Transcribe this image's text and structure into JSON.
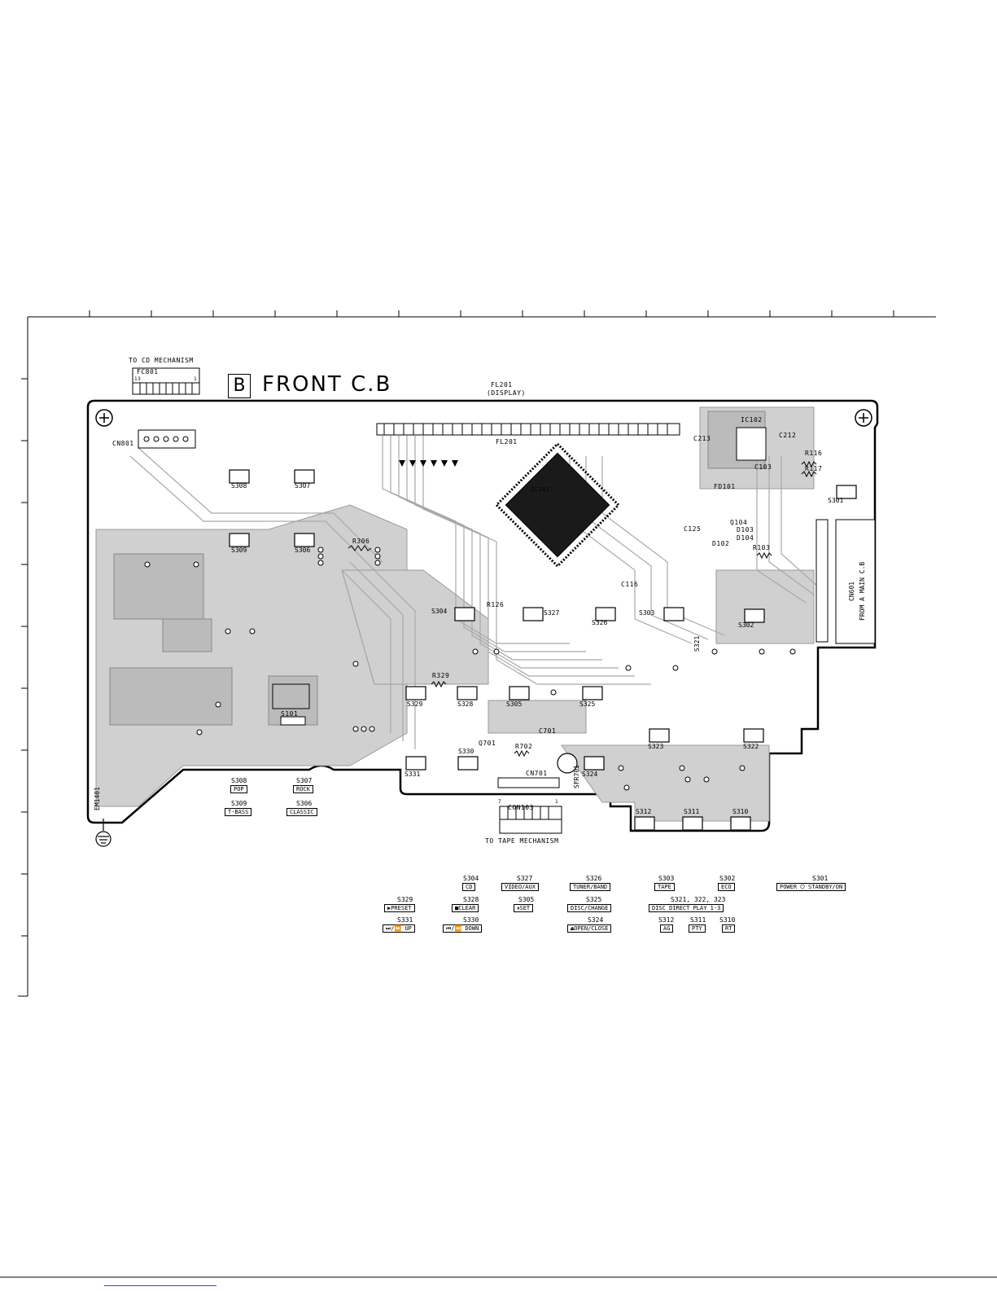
{
  "title": {
    "letter": "B",
    "text": "FRONT C.B"
  },
  "connectors": {
    "cd_mech": "TO CD MECHANISM",
    "fc801": "FC801",
    "fc801_pin13": "13",
    "fc801_pin1": "1",
    "fl201_title": "FL201",
    "fl201_sub": "(DISPLAY)",
    "con103": "CON103",
    "con103_pin7": "7",
    "con103_pin1": "1",
    "tape_mech": "TO TAPE MECHANISM",
    "cn601": "CN601",
    "main_cb": "FROM A MAIN C.B",
    "cn801": "CN801",
    "cn701": "CN701",
    "em1401": "EM1401"
  },
  "board_labels": {
    "fl201": "FL201",
    "ic101": "IC101",
    "ic102": "IC102",
    "s101": "S101",
    "q701": "Q701",
    "sfr701": "SFR701",
    "r306": "R306",
    "r329": "R329",
    "r702": "R702",
    "r116": "R116",
    "r117": "R117",
    "c213": "C213",
    "c212": "C212",
    "c103": "C103",
    "c125": "C125",
    "c116": "C116",
    "c701": "C701",
    "r126": "R126",
    "fd101": "FD101",
    "q104": "Q104",
    "d103": "D103",
    "d104": "D104",
    "d102": "D102",
    "r103": "R103"
  },
  "board_switches": [
    "S308",
    "S307",
    "S309",
    "S306",
    "S304",
    "S327",
    "S326",
    "S303",
    "S302",
    "S301",
    "S329",
    "S328",
    "S305",
    "S325",
    "S331",
    "S330",
    "S324",
    "S323",
    "S322",
    "S321",
    "S312",
    "S311",
    "S310"
  ],
  "legend_left": [
    {
      "code": "S308",
      "name": "POP"
    },
    {
      "code": "S307",
      "name": "ROCK"
    },
    {
      "code": "S309",
      "name": "T-BASS"
    },
    {
      "code": "S306",
      "name": "CLASSIC"
    }
  ],
  "legend_bottom": [
    {
      "code": "S304",
      "name": "CD"
    },
    {
      "code": "S327",
      "name": "VIDEO/AUX"
    },
    {
      "code": "S326",
      "name": "TUNER/BAND"
    },
    {
      "code": "S303",
      "name": "TAPE"
    },
    {
      "code": "S302",
      "name": "ECO"
    },
    {
      "code": "S301",
      "name": "POWER ⏻ STANDBY/ON"
    },
    {
      "code": "S329",
      "name": "▶PRESET"
    },
    {
      "code": "S328",
      "name": "■CLEAR"
    },
    {
      "code": "S305",
      "name": "⏸SET"
    },
    {
      "code": "S325",
      "name": "DISC/CHANGE"
    },
    {
      "code": "S321, 322, 323",
      "name": "DISC DIRECT PLAY 1-3"
    },
    {
      "code": "S331",
      "name": "⏭/⏩ UP"
    },
    {
      "code": "S330",
      "name": "⏮/⏪ DOWN"
    },
    {
      "code": "S324",
      "name": "⏏OPEN/CLOSE"
    },
    {
      "code": "S312",
      "name": "AG"
    },
    {
      "code": "S311",
      "name": "PTY"
    },
    {
      "code": "S310",
      "name": "RT"
    }
  ]
}
